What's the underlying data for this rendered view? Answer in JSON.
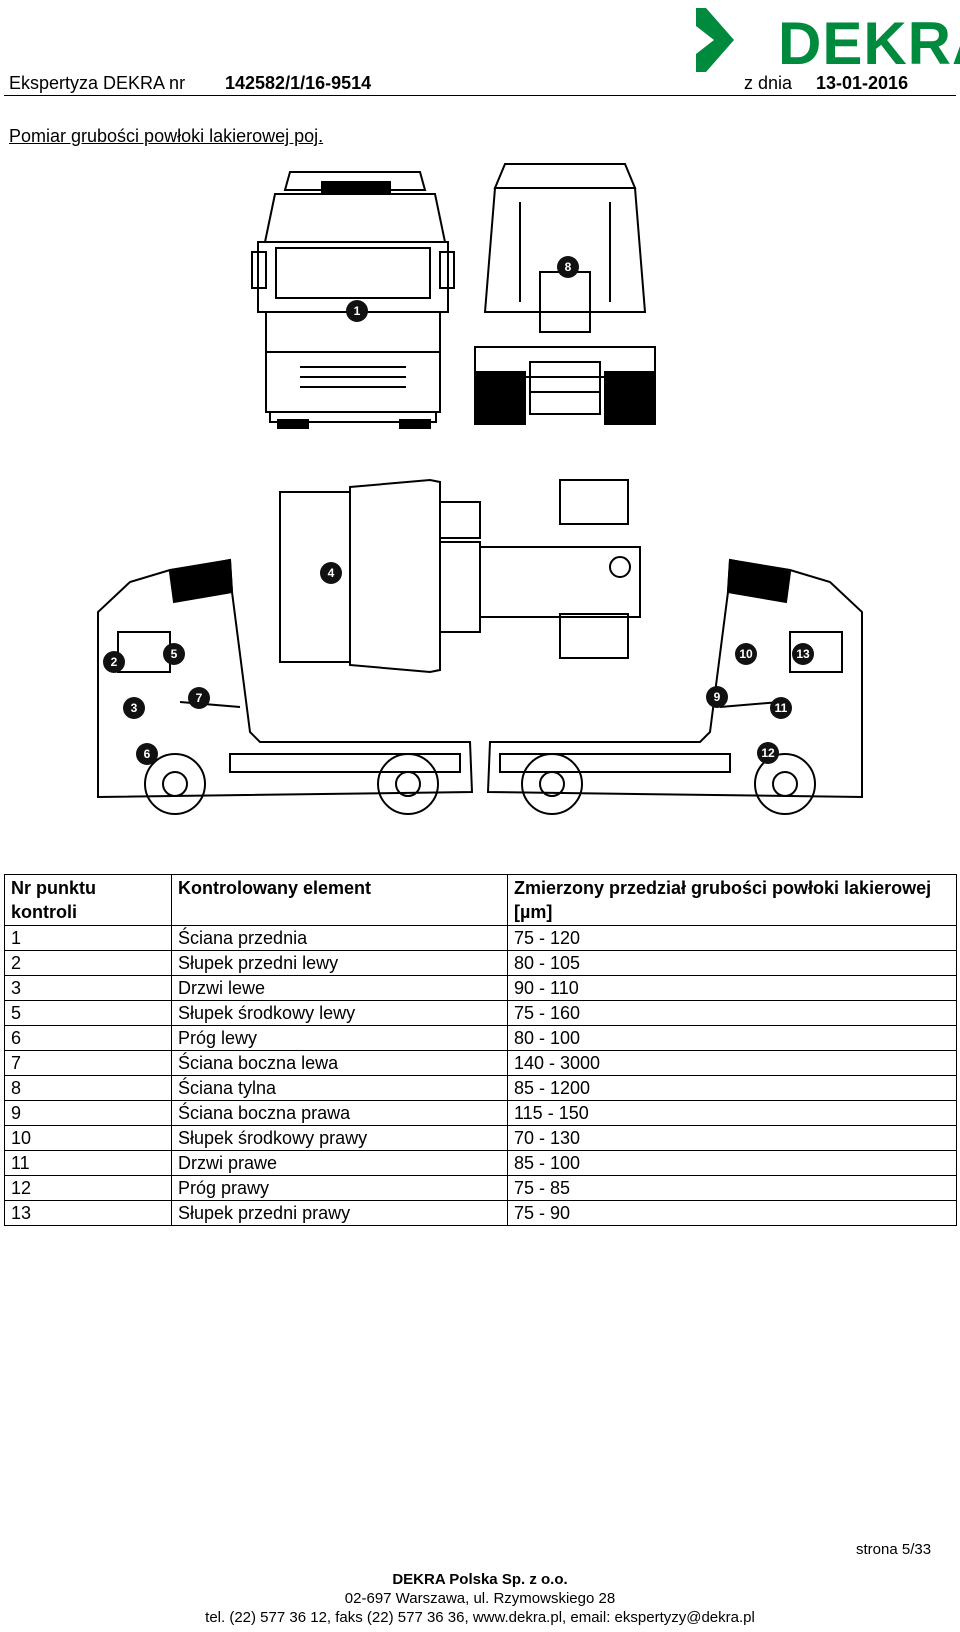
{
  "header": {
    "brand": "DEKRA",
    "report_label": "Ekspertyza DEKRA nr",
    "report_number": "142582/1/16-9514",
    "date_label": "z dnia",
    "date": "13-01-2016"
  },
  "subtitle": "Pomiar grubości powłoki lakierowej poj.",
  "diagram": {
    "markers": [
      "1",
      "2",
      "3",
      "4",
      "5",
      "6",
      "7",
      "8",
      "9",
      "10",
      "11",
      "12",
      "13"
    ]
  },
  "table": {
    "headers": [
      "Nr punktu kontroli",
      "Kontrolowany element",
      "Zmierzony przedział grubości powłoki lakierowej [µm]"
    ],
    "rows": [
      [
        "1",
        "Ściana przednia",
        "75 - 120"
      ],
      [
        "2",
        "Słupek przedni lewy",
        "80 - 105"
      ],
      [
        "3",
        "Drzwi lewe",
        "90 - 110"
      ],
      [
        "5",
        "Słupek środkowy lewy",
        "75 - 160"
      ],
      [
        "6",
        "Próg lewy",
        "80 - 100"
      ],
      [
        "7",
        "Ściana boczna lewa",
        "140 - 3000"
      ],
      [
        "8",
        "Ściana tylna",
        "85 - 1200"
      ],
      [
        "9",
        "Ściana boczna prawa",
        "115 - 150"
      ],
      [
        "10",
        "Słupek środkowy prawy",
        "70 - 130"
      ],
      [
        "11",
        "Drzwi prawe",
        "85 - 100"
      ],
      [
        "12",
        "Próg prawy",
        "75 - 85"
      ],
      [
        "13",
        "Słupek przedni prawy",
        "75 - 90"
      ]
    ]
  },
  "page": "strona  5/33",
  "footer": {
    "company": "DEKRA Polska Sp. z o.o.",
    "address": "02-697 Warszawa, ul. Rzymowskiego 28",
    "contact": "tel. (22) 577 36 12, faks (22) 577 36 36, www.dekra.pl, email: ekspertyzy@dekra.pl"
  },
  "colors": {
    "brand_green": "#008a3d",
    "marker": "#111111"
  }
}
